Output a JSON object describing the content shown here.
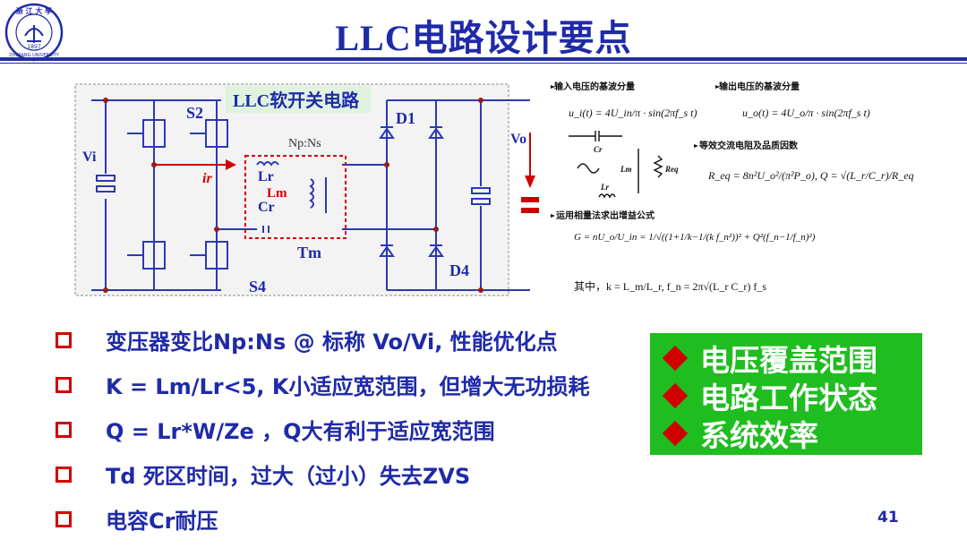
{
  "logo": {
    "text_top": "浙江大學",
    "year": "1897",
    "text_bottom": "ZHEJIANG UNIVERSITY"
  },
  "title": "LLC电路设计要点",
  "circuit": {
    "label": "LLC软开关电路",
    "vi": "Vi",
    "vo": "Vo",
    "s2": "S2",
    "s4": "S4",
    "d1": "D1",
    "d4": "D4",
    "ratio": "Np:Ns",
    "ir": "ir",
    "lr": "Lr",
    "lm": "Lm",
    "cr": "Cr",
    "tm": "Tm"
  },
  "formulas": {
    "input_heading": "输入电压的基波分量",
    "output_heading": "输出电压的基波分量",
    "equiv_heading": "等效交流电阻及品质因数",
    "gain_heading": "运用相量法求出增益公式",
    "input_formula": "u_i(t) = 4U_in/π · sin(2πf_s t)",
    "output_formula": "u_o(t) = 4U_o/π · sin(2πf_s t)",
    "req_formula": "R_eq = 8n²U_o²/(π²P_o), Q = √(L_r/C_r)/R_eq",
    "gain_formula": "G = nU_o/U_in = 1/√((1+1/k−1/(k f_n²))² + Q²(f_n−1/f_n)²)",
    "where_text": "其中，k = L_m/L_r, f_n = 2π√(L_r C_r) f_s",
    "small_cr": "Cr",
    "small_lm": "Lm",
    "small_req": "Req",
    "small_lr": "Lr"
  },
  "bullets": [
    "变压器变比Np:Ns  @ 标称 Vo/Vi, 性能优化点",
    "K = Lm/Lr<5,  K小适应宽范围，但增大无功损耗",
    "Q = Lr*W/Ze ，Q大有利于适应宽范围",
    "Td 死区时间，过大（过小）失去ZVS",
    "电容Cr耐压"
  ],
  "highlights": [
    "电压覆盖范围",
    "电路工作状态",
    "系统效率"
  ],
  "page_number": "41",
  "colors": {
    "title_blue": "#1f2aa8",
    "red": "#d00000",
    "green": "#1fbd1f",
    "circuit_blue": "#2a3ab4"
  }
}
